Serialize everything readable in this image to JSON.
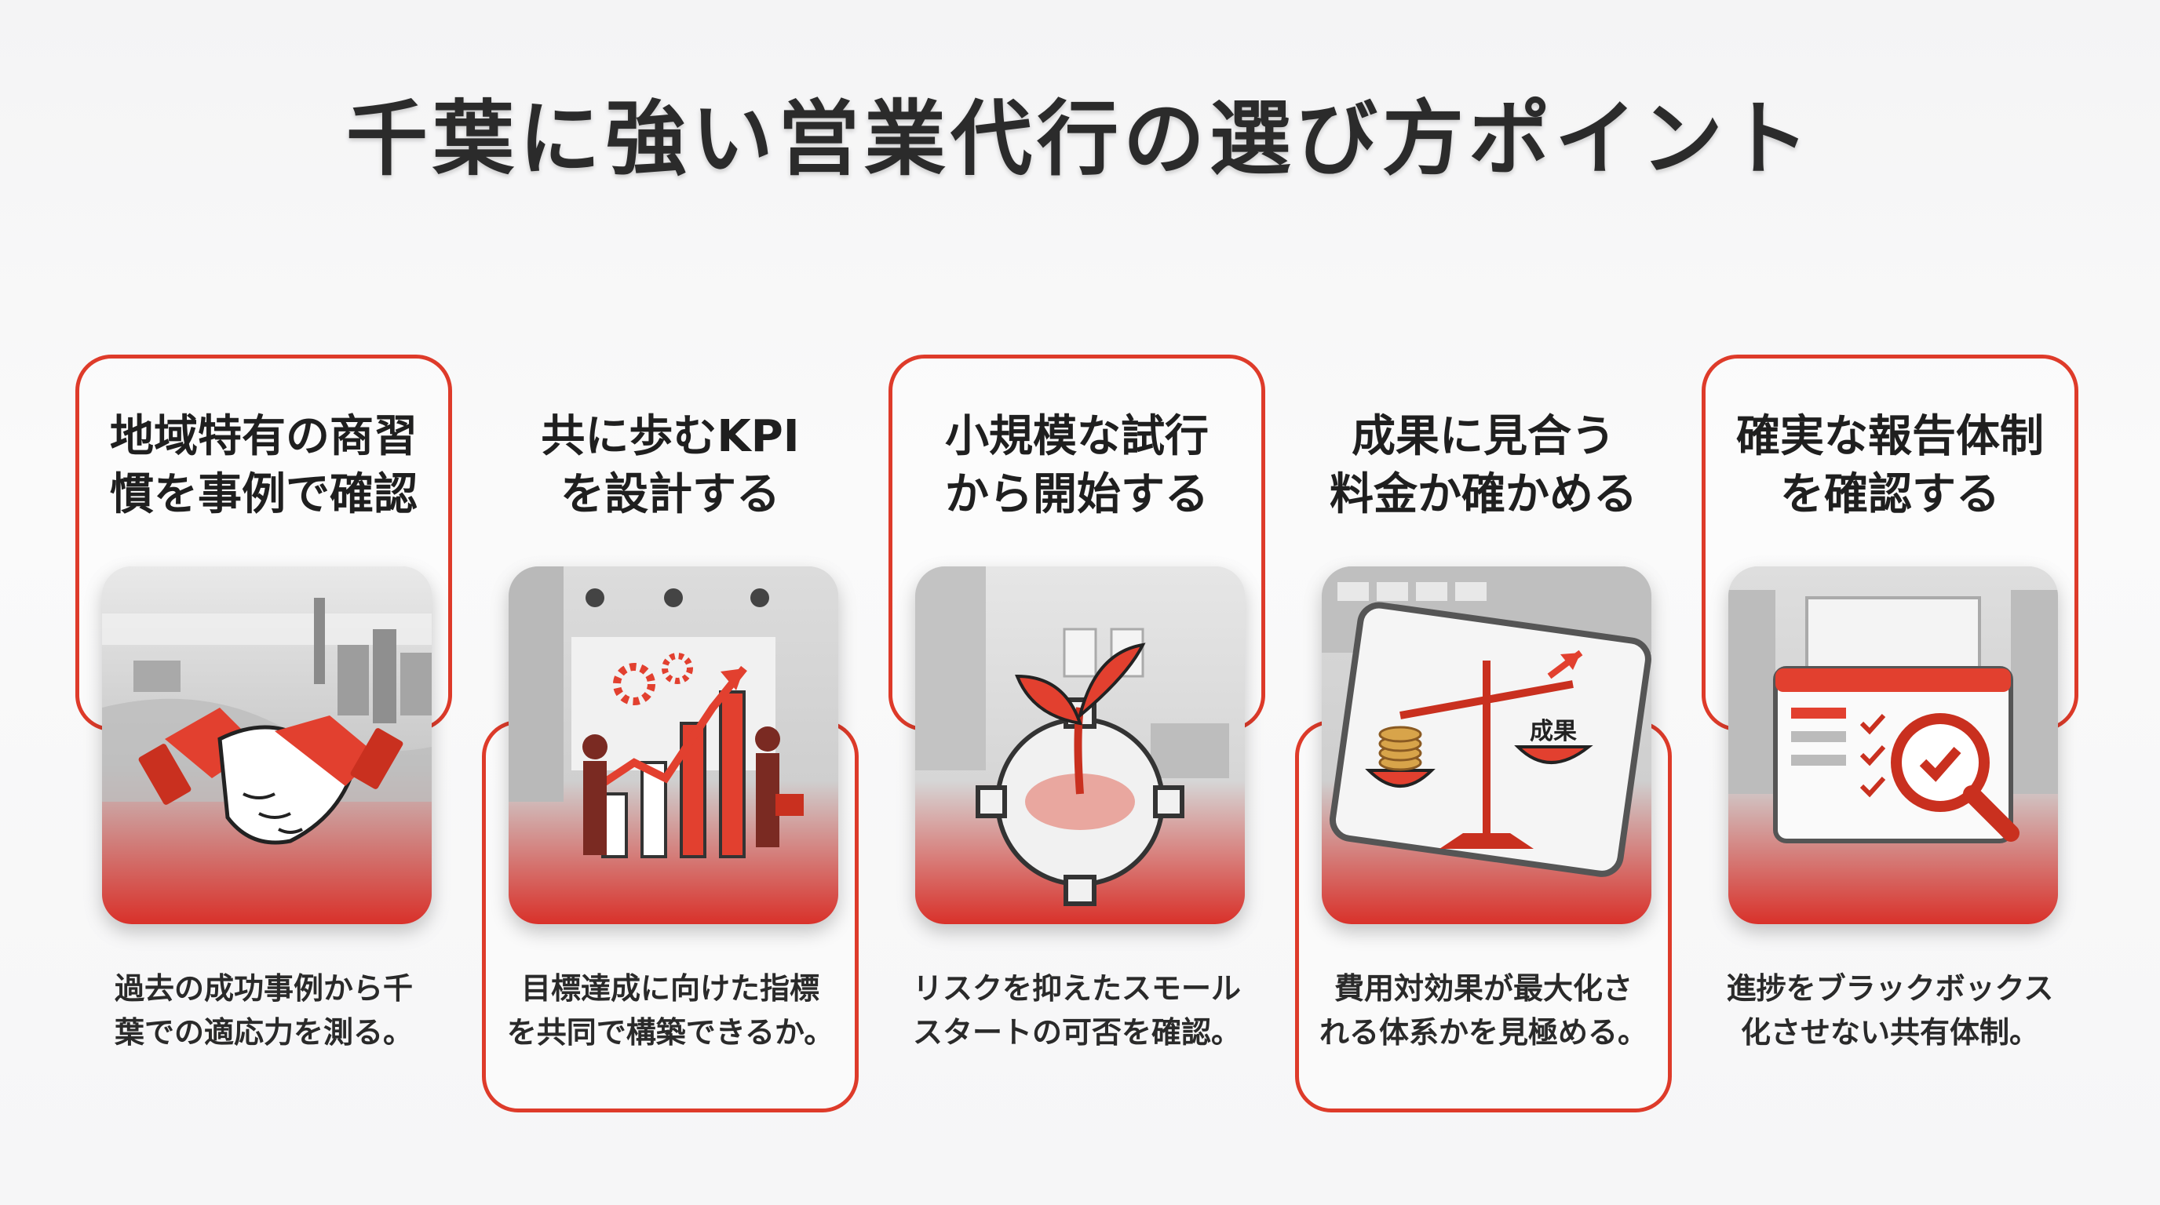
{
  "page": {
    "title": "千葉に強い営業代行の選び方ポイント"
  },
  "colors": {
    "accent": "#de3b2a",
    "text": "#222222",
    "background": "#f6f6f7"
  },
  "cards": [
    {
      "heading_lines": [
        "地域特有の商習",
        "慣を事例で確認"
      ],
      "description_lines": [
        "過去の成功事例から千",
        "葉での適応力を測る。"
      ],
      "icon": "handshake-icon"
    },
    {
      "heading_lines": [
        "共に歩むKPI",
        "を設計する"
      ],
      "description_lines": [
        "目標達成に向けた指標",
        "を共同で構築できるか。"
      ],
      "icon": "growth-chart-icon"
    },
    {
      "heading_lines": [
        "小規模な試行",
        "から開始する"
      ],
      "description_lines": [
        "リスクを抑えたスモール",
        "スタートの可否を確認。"
      ],
      "icon": "sprout-gear-icon"
    },
    {
      "heading_lines": [
        "成果に見合う",
        "料金か確かめる"
      ],
      "description_lines": [
        "費用対効果が最大化さ",
        "れる体系かを見極める。"
      ],
      "icon": "balance-scale-icon",
      "scale_label": "成果"
    },
    {
      "heading_lines": [
        "確実な報告体制",
        "を確認する"
      ],
      "description_lines": [
        "進捗をブラックボックス",
        "化させない共有体制。"
      ],
      "icon": "report-magnifier-icon"
    }
  ]
}
